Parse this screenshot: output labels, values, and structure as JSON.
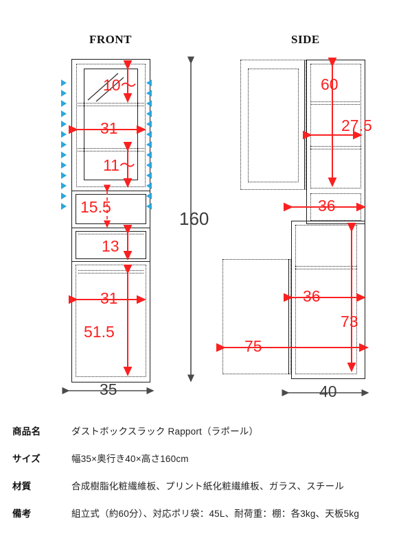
{
  "views": {
    "front": {
      "title": "FRONT"
    },
    "side": {
      "title": "SIDE"
    }
  },
  "dimensions": {
    "front": {
      "glass_top": "10〜",
      "inner_width_upper": "31",
      "glass_bottom": "11〜",
      "drawer_1": "15.5",
      "drawer_2": "13",
      "inner_width_lower": "31",
      "lower_height": "51.5",
      "total_height": "160",
      "total_width": "35"
    },
    "side": {
      "upper_height": "60",
      "upper_depth": "27.5",
      "mid_depth": "36",
      "lower_depth": "36",
      "lower_height": "73",
      "door_open_span": "75",
      "total_depth": "40"
    }
  },
  "spec": {
    "rows": [
      {
        "key": "商品名",
        "value": "ダストボックスラック Rapport（ラポール）"
      },
      {
        "key": "サイズ",
        "value": "幅35×奥行き40×高さ160cm"
      },
      {
        "key": "材質",
        "value": "合成樹脂化粧繊維板、プリント紙化粧繊維板、ガラス、スチール"
      },
      {
        "key": "備考",
        "value": "組立式（約60分）、対応ポリ袋：45L、耐荷重：棚：各3kg、天板5kg"
      }
    ]
  },
  "colors": {
    "dimension_red": "#fb2020",
    "marker_blue": "#29a8e0",
    "outline": "#1b1b1b",
    "gray_dim": "#3b3b3b"
  }
}
